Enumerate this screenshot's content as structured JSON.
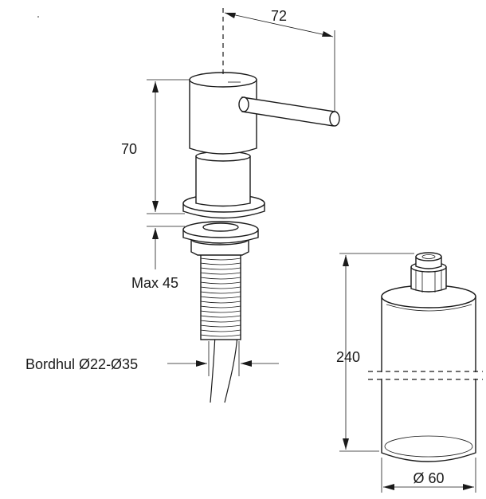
{
  "dimensions": {
    "lever_reach": "72",
    "head_height": "70",
    "max_thickness": "Max 45",
    "hole_diameter": "Bordhul Ø22-Ø35",
    "bottle_height": "240",
    "bottle_diameter": "Ø 60"
  },
  "colors": {
    "line": "#1a1a1a",
    "background": "#ffffff"
  }
}
